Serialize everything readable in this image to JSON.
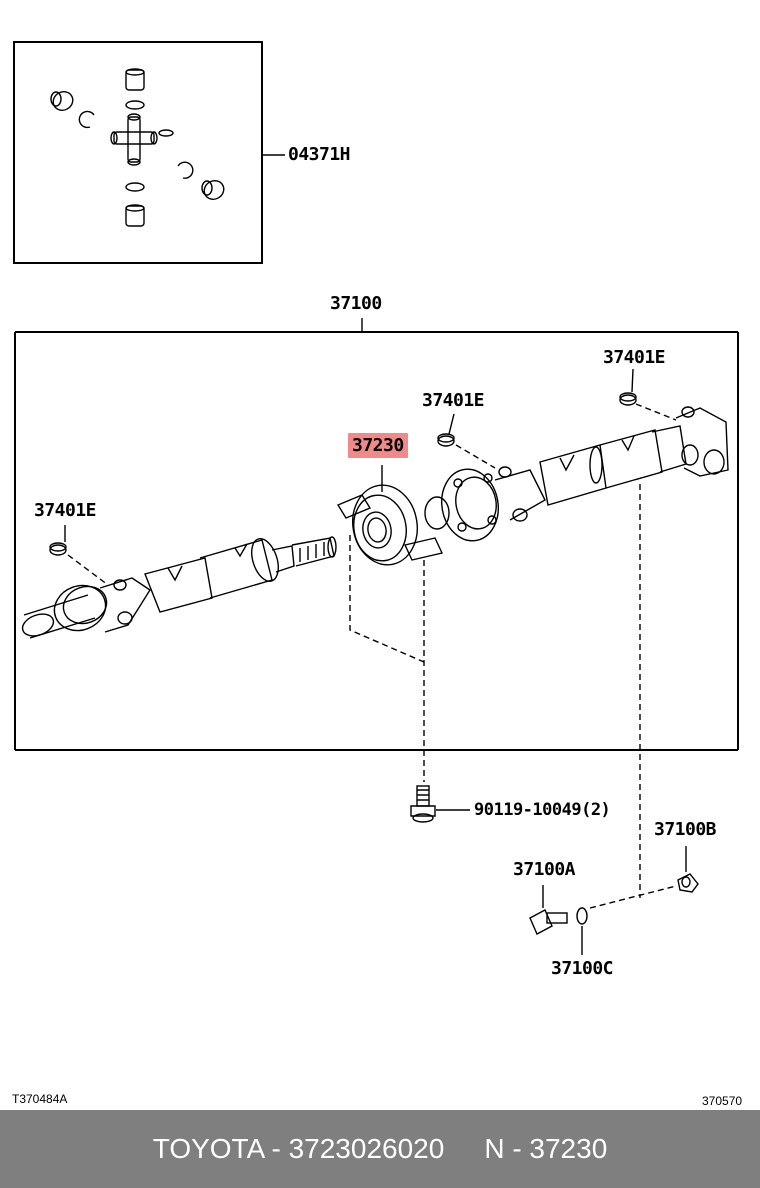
{
  "diagram": {
    "inset_part": "04371H",
    "assembly_part": "37100",
    "highlighted_part": "37230",
    "cap_left": "37401E",
    "cap_middle": "37401E",
    "cap_right": "37401E",
    "bolt_part": "90119-10049(2)",
    "part_a": "37100A",
    "part_b": "37100B",
    "part_c": "37100C",
    "figure_id": "T370484A",
    "page_ref": "370570",
    "colors": {
      "highlight": "#f08a8a",
      "footer_bg": "#7f7f7f"
    }
  },
  "footer": {
    "brand_part": "TOYOTA - 3723026020",
    "ref_part": "N - 37230"
  }
}
